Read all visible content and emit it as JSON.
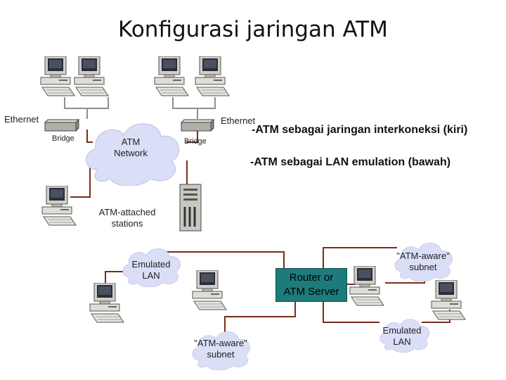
{
  "title": "Konfigurasi jaringan ATM",
  "labels": {
    "ethernet_left": "Ethernet",
    "ethernet_right": "Ethernet",
    "bridge_left": "Bridge",
    "bridge_right": "Bridge",
    "atm_network": [
      "ATM",
      "Network"
    ],
    "atm_attached": [
      "ATM-attached",
      "stations"
    ],
    "emulated_lan_1": [
      "Emulated",
      "LAN"
    ],
    "emulated_lan_2": [
      "Emulated",
      "LAN"
    ],
    "atm_aware_1": [
      "\"ATM-aware\"",
      "subnet"
    ],
    "atm_aware_2": [
      "\"ATM-aware\"",
      "subnet"
    ],
    "router": [
      "Router or",
      "ATM Server"
    ]
  },
  "notes": [
    "-ATM sebagai jaringan interkoneksi (kiri)",
    "-ATM sebagai LAN emulation (bawah)"
  ],
  "colors": {
    "ethernet_line": "#8f8f8f",
    "atm_line": "#7a2d18",
    "cloud_fill": "#dadef6",
    "router_fill": "#1e7b7b"
  }
}
